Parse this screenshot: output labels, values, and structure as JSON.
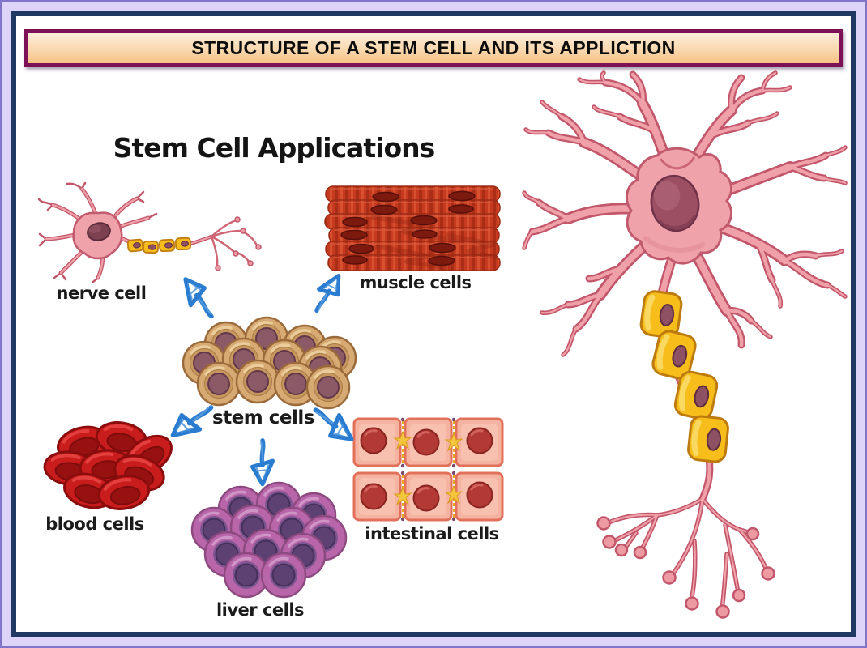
{
  "banner": {
    "title": "STRUCTURE OF A STEM CELL AND ITS APPLICTION"
  },
  "diagram": {
    "title": "Stem Cell Applications",
    "stem_label": "stem cells",
    "labels": {
      "nerve": "nerve cell",
      "muscle": "muscle cells",
      "blood": "blood cells",
      "liver": "liver cells",
      "intestinal": "intestinal cells"
    }
  },
  "illustrations": {
    "nerve_cell": "small-neuron-illustration",
    "muscle_cells": "striated-muscle-illustration",
    "stem_cells": "stem-cell-cluster-illustration",
    "blood_cells": "red-blood-cells-illustration",
    "liver_cells": "liver-cell-cluster-illustration",
    "intestinal_cells": "intestinal-epithelium-illustration",
    "right_panel": "large-neuron-illustration",
    "arrow_icon": "blue-crayon-arrow-icon"
  },
  "colors": {
    "frame_outer_band": "#ded3f8",
    "frame_inner_border": "#203864",
    "banner_border": "#7d1157",
    "banner_gradient_top": "#fdeeda",
    "banner_gradient_bottom": "#f7c185",
    "arrow_blue": "#2a7cd0",
    "neuron_pink": "#f0a2ab",
    "neuron_outline": "#c2566a",
    "nucleus_maroon": "#9c4e62",
    "myelin_yellow": "#f6bd1b",
    "stem_tan": "#d8aa73",
    "blood_red": "#c91c1c",
    "liver_purple": "#b865a9",
    "intestinal_pink": "#f5b3a1",
    "muscle_red": "#c63b20"
  }
}
